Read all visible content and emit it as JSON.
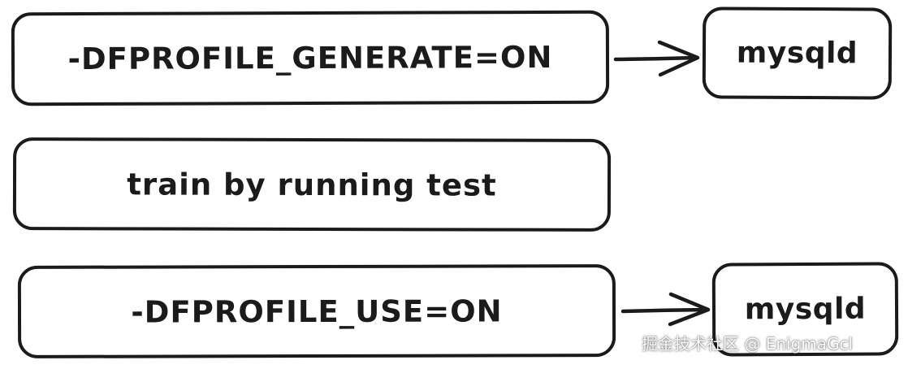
{
  "nodes": {
    "generate": {
      "label": "-DFPROFILE_GENERATE=ON"
    },
    "train": {
      "label": "train by running test"
    },
    "use": {
      "label": "-DFPROFILE_USE=ON"
    },
    "mysqld_top": {
      "label": "mysqld"
    },
    "mysqld_bottom": {
      "label": "mysqld"
    }
  },
  "edges": [
    {
      "from": "generate",
      "to": "mysqld_top"
    },
    {
      "from": "use",
      "to": "mysqld_bottom"
    }
  ],
  "watermark": {
    "text": "掘金技术社区 @ EnigmaGcl"
  },
  "colors": {
    "stroke": "#1b1b1b",
    "background": "#ffffff"
  }
}
